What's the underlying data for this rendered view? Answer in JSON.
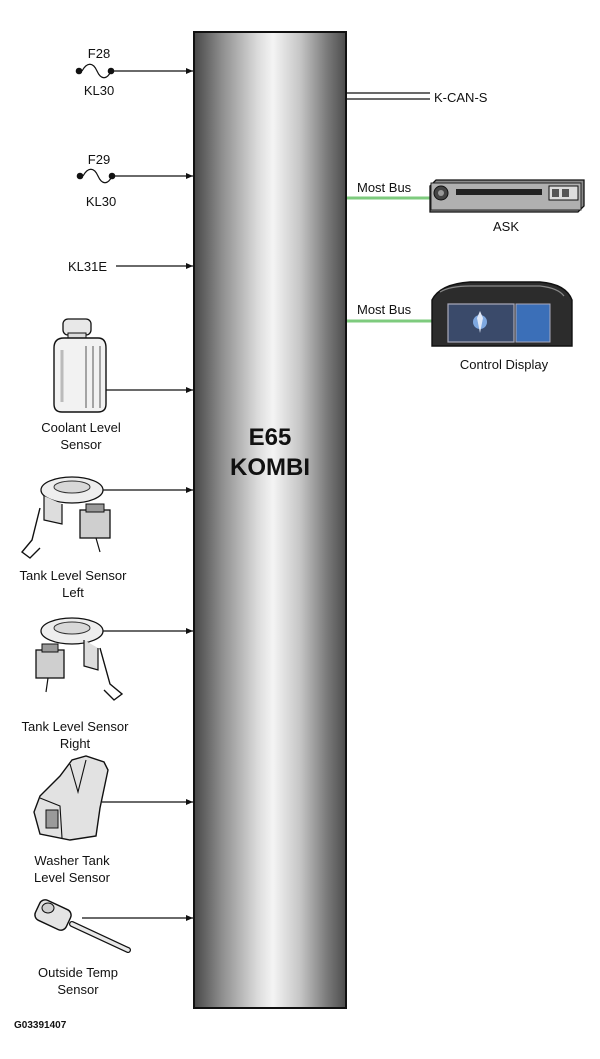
{
  "module": {
    "line1": "E65",
    "line2": "KOMBI"
  },
  "inputs": {
    "fuse1": {
      "fuse": "F28",
      "terminal": "KL30"
    },
    "fuse2": {
      "fuse": "F29",
      "terminal": "KL30"
    },
    "ground": {
      "label": "KL31E"
    },
    "coolant": {
      "label": "Coolant Level Sensor"
    },
    "tank_left": {
      "label": "Tank Level Sensor Left"
    },
    "tank_right": {
      "label": "Tank Level Sensor Right"
    },
    "washer": {
      "label": "Washer Tank Level Sensor"
    },
    "outside_temp": {
      "label": "Outside Temp Sensor"
    }
  },
  "outputs": {
    "kcan": {
      "label": "K-CAN-S"
    },
    "ask": {
      "bus": "Most Bus",
      "label": "ASK"
    },
    "display": {
      "bus": "Most Bus",
      "label": "Control Display"
    }
  },
  "figure_ref": "G03391407",
  "colors": {
    "most_bus": "#7ecb7e",
    "wire": "#111111"
  }
}
